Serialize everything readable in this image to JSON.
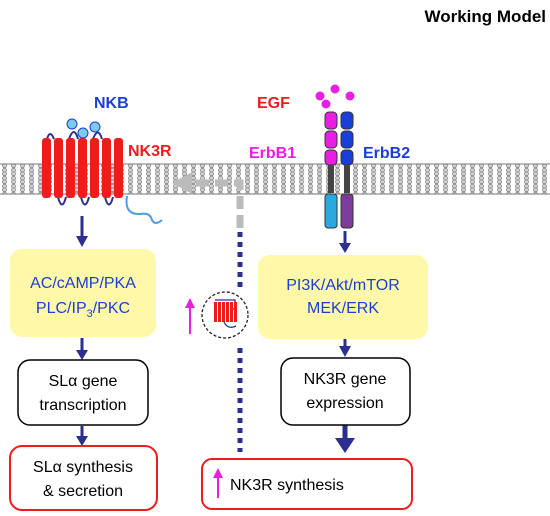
{
  "title": "Working Model",
  "labels": {
    "nkb": "NKB",
    "nk3r": "NK3R",
    "egf": "EGF",
    "erbb1": "ErbB1",
    "erbb2": "ErbB2"
  },
  "left_path": {
    "box1_line1": "AC/cAMP/PKA",
    "box1_line2_pre": "PLC/IP",
    "box1_line2_sub": "3",
    "box1_line2_post": "/PKC",
    "box2_line1": "SLα gene",
    "box2_line2": "transcription",
    "box3_line1": "SLα synthesis",
    "box3_line2": "& secretion"
  },
  "right_path": {
    "box1_line1": "PI3K/Akt/mTOR",
    "box1_line2": "MEK/ERK",
    "box2_line1": "NK3R gene",
    "box2_line2": "expression",
    "box3_text": "NK3R synthesis"
  },
  "colors": {
    "receptor_red": "#ee1c1c",
    "label_blue": "#1a3fd6",
    "label_red": "#ee1c1c",
    "label_magenta": "#e81ee0",
    "egf_magenta": "#e81ee0",
    "arrow_navy": "#2b2f8f",
    "yellow_box": "#fff8a8",
    "gray_arrow": "#bbbbbb",
    "up_arrow": "#e81ee0"
  }
}
